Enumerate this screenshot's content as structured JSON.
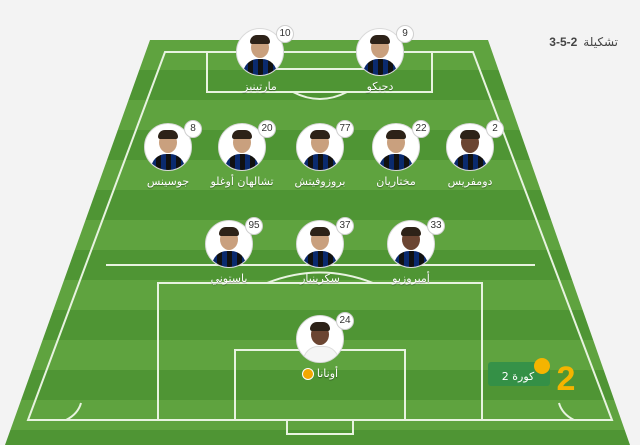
{
  "formation": {
    "label": "تشكيلة",
    "value": "3-5-2"
  },
  "colors": {
    "grass_light": "#5fa33f",
    "grass_dark": "#4f9534",
    "line": "#e8f3e0"
  },
  "players": [
    {
      "number": "10",
      "name": "مارتينيز",
      "row": "forward",
      "photo": "light"
    },
    {
      "number": "9",
      "name": "دجيكو",
      "row": "forward",
      "photo": "light"
    },
    {
      "number": "8",
      "name": "جوسينس",
      "row": "midfield",
      "photo": "light"
    },
    {
      "number": "20",
      "name": "تشالهان أوغلو",
      "row": "midfield",
      "photo": "light"
    },
    {
      "number": "77",
      "name": "بروزوفيتش",
      "row": "midfield",
      "photo": "light"
    },
    {
      "number": "22",
      "name": "مختاريان",
      "row": "midfield",
      "photo": "light"
    },
    {
      "number": "2",
      "name": "دومفريس",
      "row": "midfield",
      "photo": "dark"
    },
    {
      "number": "95",
      "name": "باستوني",
      "row": "defense",
      "photo": "light"
    },
    {
      "number": "37",
      "name": "سكرينيار",
      "row": "defense",
      "photo": "light"
    },
    {
      "number": "33",
      "name": "أمبروزيو",
      "row": "defense",
      "photo": "dark"
    },
    {
      "number": "24",
      "name": "أونانا",
      "row": "goalkeeper",
      "photo": "dark",
      "badge": "captain-badge-icon"
    }
  ],
  "watermark": {
    "icon": "site-logo-icon",
    "text": "كورة 2"
  }
}
